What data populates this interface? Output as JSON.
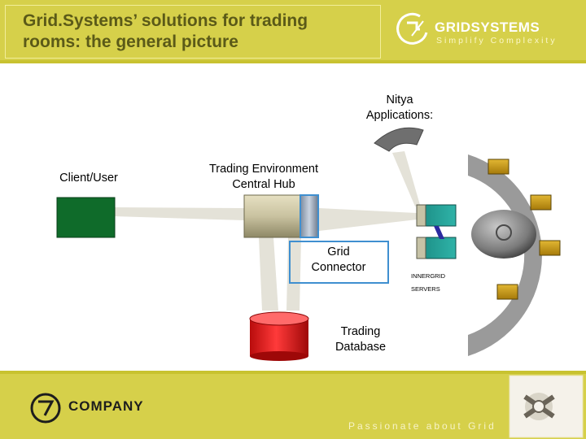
{
  "header": {
    "title_line1": "Grid.Systems’ solutions for trading",
    "title_line2": "rooms: the general picture",
    "brand_name": "GRIDSYSTEMS",
    "brand_tagline": "Simplify Complexity"
  },
  "diagram": {
    "nitya_line1": "Nitya",
    "nitya_line2": "Applications:",
    "client_label": "Client/User",
    "hub_line1": "Trading Environment",
    "hub_line2": "Central Hub",
    "connector_line1": "Grid",
    "connector_line2": "Connector",
    "innergrid_line1": "INNERGRID",
    "innergrid_line2": "SERVERS",
    "database_line1": "Trading",
    "database_line2": "Database"
  },
  "footer": {
    "company_name": "COMPANY",
    "tagline": "Passionate about Grid"
  },
  "colors": {
    "header_bg": "#d6d04a",
    "client_box": "#0f6b2a",
    "database": "#e21b1b",
    "connector_border": "#3f8fd0",
    "server_teal": "#1e8d84",
    "app_gold": "#c89b15"
  }
}
